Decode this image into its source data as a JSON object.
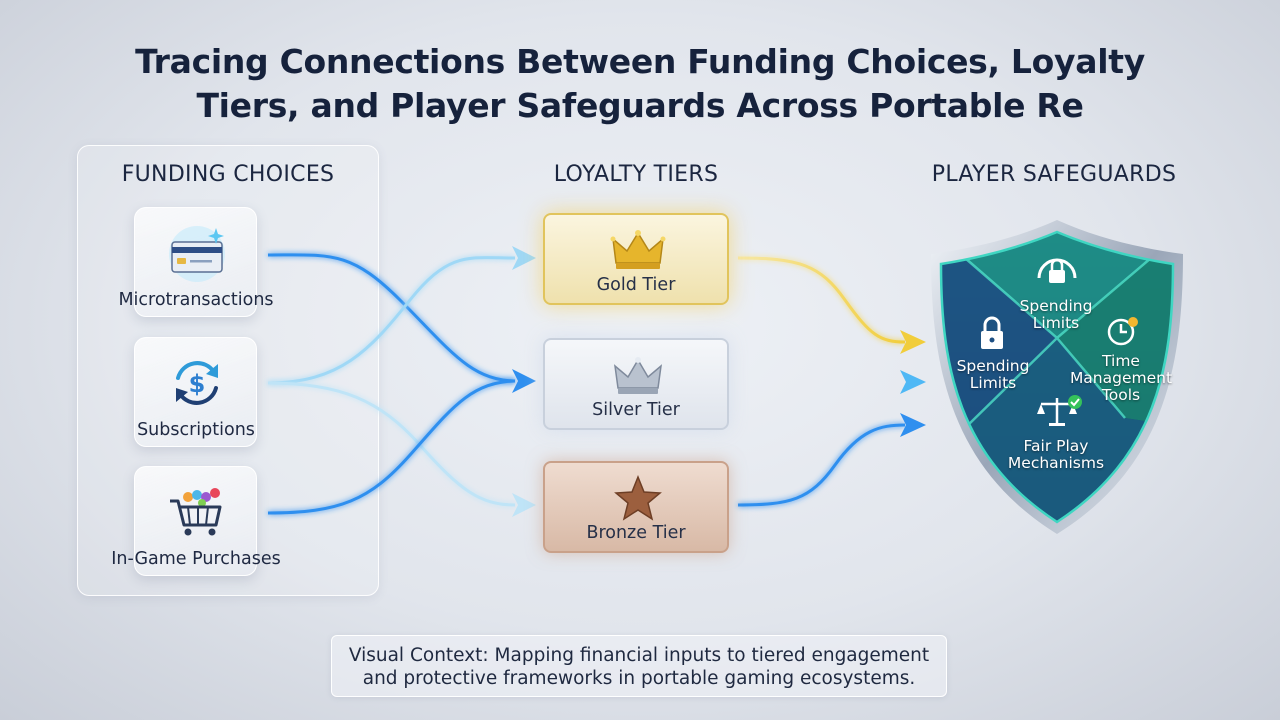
{
  "title": {
    "line1": "Tracing Connections Between Funding Choices, Loyalty",
    "line2": "Tiers, and Player Safeguards Across Portable Re"
  },
  "columns": {
    "funding": "FUNDING CHOICES",
    "loyalty": "LOYALTY TIERS",
    "safeguards": "PLAYER SAFEGUARDS"
  },
  "funding_choices": [
    {
      "label": "Microtransactions",
      "icon": "credit-card-icon"
    },
    {
      "label": "Subscriptions",
      "icon": "recurring-dollar-icon"
    },
    {
      "label": "In-Game Purchases",
      "icon": "shopping-cart-icon"
    }
  ],
  "loyalty_tiers": [
    {
      "label": "Gold Tier",
      "icon": "gold-crown-icon"
    },
    {
      "label": "Silver Tier",
      "icon": "silver-crown-icon"
    },
    {
      "label": "Bronze Tier",
      "icon": "bronze-star-icon"
    }
  ],
  "safeguards": [
    {
      "label_line1": "Spending",
      "label_line2": "Limits",
      "icon": "gauge-lock-icon"
    },
    {
      "label_line1": "Spending",
      "label_line2": "Limits",
      "icon": "padlock-icon"
    },
    {
      "label_line1": "Time",
      "label_line2": "Management",
      "label_line3": "Tools",
      "icon": "clock-icon"
    },
    {
      "label_line1": "Fair Play",
      "label_line2": "Mechanisms",
      "icon": "balance-scale-icon"
    }
  ],
  "caption": {
    "line1": "Visual Context: Mapping financial inputs to tiered engagement",
    "line2": "and protective frameworks in portable gaming ecosystems."
  },
  "colors": {
    "flow_blue": "#2f8fef",
    "flow_light_blue": "#8fd2f5",
    "flow_gold": "#f2d24a",
    "shield_teal": "#1f8f8a",
    "shield_navy": "#1c3a66"
  }
}
